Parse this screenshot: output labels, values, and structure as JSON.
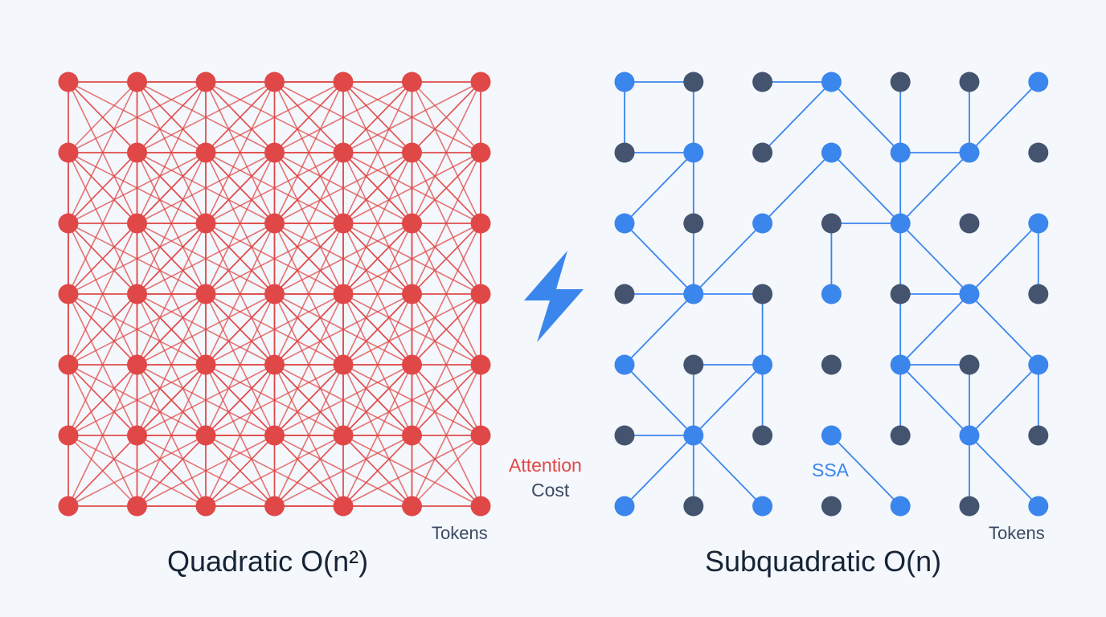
{
  "colors": {
    "background": "#f4f7fb",
    "dense_node": "#e04848",
    "dense_edge": "#e04848",
    "sparse_active_node": "#3b86ec",
    "sparse_idle_node": "#44546f",
    "sparse_edge": "#3b86ec",
    "bolt": "#3b86ec",
    "text_dark": "#172436",
    "text_muted": "#3b4a63"
  },
  "icons": {
    "center": "lightning-bolt-icon"
  },
  "left_panel": {
    "axis_label": "Tokens",
    "title": "Quadratic O(n²)",
    "grid": {
      "rows": 7,
      "cols": 7
    }
  },
  "center": {
    "label_line1": "Attention",
    "label_line2": "Cost"
  },
  "right_panel": {
    "axis_label": "Tokens",
    "annotation": "SSA",
    "title": "Subquadratic O(n)",
    "grid": {
      "rows": 7,
      "cols": 7
    },
    "active_nodes": [
      [
        0,
        0
      ],
      [
        0,
        3
      ],
      [
        0,
        6
      ],
      [
        1,
        1
      ],
      [
        1,
        3
      ],
      [
        1,
        4
      ],
      [
        1,
        5
      ],
      [
        2,
        0
      ],
      [
        2,
        2
      ],
      [
        2,
        4
      ],
      [
        2,
        6
      ],
      [
        3,
        1
      ],
      [
        3,
        3
      ],
      [
        3,
        5
      ],
      [
        4,
        0
      ],
      [
        4,
        2
      ],
      [
        4,
        4
      ],
      [
        4,
        6
      ],
      [
        5,
        1
      ],
      [
        5,
        3
      ],
      [
        5,
        5
      ],
      [
        6,
        0
      ],
      [
        6,
        2
      ],
      [
        6,
        4
      ],
      [
        6,
        6
      ]
    ],
    "edges": [
      [
        [
          0,
          0
        ],
        [
          0,
          1
        ]
      ],
      [
        [
          0,
          0
        ],
        [
          1,
          0
        ]
      ],
      [
        [
          0,
          1
        ],
        [
          1,
          1
        ]
      ],
      [
        [
          1,
          0
        ],
        [
          1,
          1
        ]
      ],
      [
        [
          1,
          1
        ],
        [
          2,
          0
        ]
      ],
      [
        [
          1,
          2
        ],
        [
          0,
          3
        ]
      ],
      [
        [
          0,
          2
        ],
        [
          0,
          3
        ]
      ],
      [
        [
          0,
          3
        ],
        [
          1,
          4
        ]
      ],
      [
        [
          1,
          4
        ],
        [
          0,
          4
        ]
      ],
      [
        [
          1,
          4
        ],
        [
          2,
          4
        ]
      ],
      [
        [
          1,
          4
        ],
        [
          1,
          5
        ]
      ],
      [
        [
          1,
          5
        ],
        [
          0,
          5
        ]
      ],
      [
        [
          1,
          5
        ],
        [
          2,
          4
        ]
      ],
      [
        [
          0,
          6
        ],
        [
          1,
          5
        ]
      ],
      [
        [
          1,
          3
        ],
        [
          2,
          2
        ]
      ],
      [
        [
          1,
          3
        ],
        [
          2,
          4
        ]
      ],
      [
        [
          2,
          0
        ],
        [
          3,
          1
        ]
      ],
      [
        [
          2,
          1
        ],
        [
          3,
          1
        ]
      ],
      [
        [
          3,
          1
        ],
        [
          2,
          2
        ]
      ],
      [
        [
          3,
          0
        ],
        [
          3,
          1
        ]
      ],
      [
        [
          3,
          1
        ],
        [
          3,
          2
        ]
      ],
      [
        [
          3,
          2
        ],
        [
          4,
          2
        ]
      ],
      [
        [
          4,
          2
        ],
        [
          5,
          1
        ]
      ],
      [
        [
          2,
          3
        ],
        [
          2,
          4
        ]
      ],
      [
        [
          2,
          3
        ],
        [
          3,
          3
        ]
      ],
      [
        [
          2,
          4
        ],
        [
          3,
          4
        ]
      ],
      [
        [
          3,
          4
        ],
        [
          3,
          5
        ]
      ],
      [
        [
          2,
          4
        ],
        [
          3,
          5
        ]
      ],
      [
        [
          3,
          5
        ],
        [
          2,
          6
        ]
      ],
      [
        [
          2,
          6
        ],
        [
          3,
          6
        ]
      ],
      [
        [
          3,
          1
        ],
        [
          4,
          0
        ]
      ],
      [
        [
          4,
          0
        ],
        [
          5,
          1
        ]
      ],
      [
        [
          4,
          1
        ],
        [
          4,
          2
        ]
      ],
      [
        [
          4,
          2
        ],
        [
          5,
          2
        ]
      ],
      [
        [
          5,
          1
        ],
        [
          6,
          1
        ]
      ],
      [
        [
          5,
          1
        ],
        [
          6,
          0
        ]
      ],
      [
        [
          5,
          1
        ],
        [
          6,
          2
        ]
      ],
      [
        [
          5,
          0
        ],
        [
          5,
          1
        ]
      ],
      [
        [
          4,
          1
        ],
        [
          5,
          1
        ]
      ],
      [
        [
          3,
          5
        ],
        [
          4,
          4
        ]
      ],
      [
        [
          4,
          4
        ],
        [
          5,
          4
        ]
      ],
      [
        [
          4,
          4
        ],
        [
          4,
          5
        ]
      ],
      [
        [
          4,
          4
        ],
        [
          5,
          5
        ]
      ],
      [
        [
          4,
          5
        ],
        [
          5,
          5
        ]
      ],
      [
        [
          3,
          5
        ],
        [
          4,
          6
        ]
      ],
      [
        [
          4,
          6
        ],
        [
          5,
          5
        ]
      ],
      [
        [
          5,
          5
        ],
        [
          6,
          5
        ]
      ],
      [
        [
          5,
          5
        ],
        [
          6,
          6
        ]
      ],
      [
        [
          5,
          3
        ],
        [
          6,
          4
        ]
      ],
      [
        [
          4,
          6
        ],
        [
          5,
          6
        ]
      ],
      [
        [
          3,
          4
        ],
        [
          4,
          4
        ]
      ],
      [
        [
          2,
          1
        ],
        [
          1,
          1
        ]
      ]
    ]
  }
}
